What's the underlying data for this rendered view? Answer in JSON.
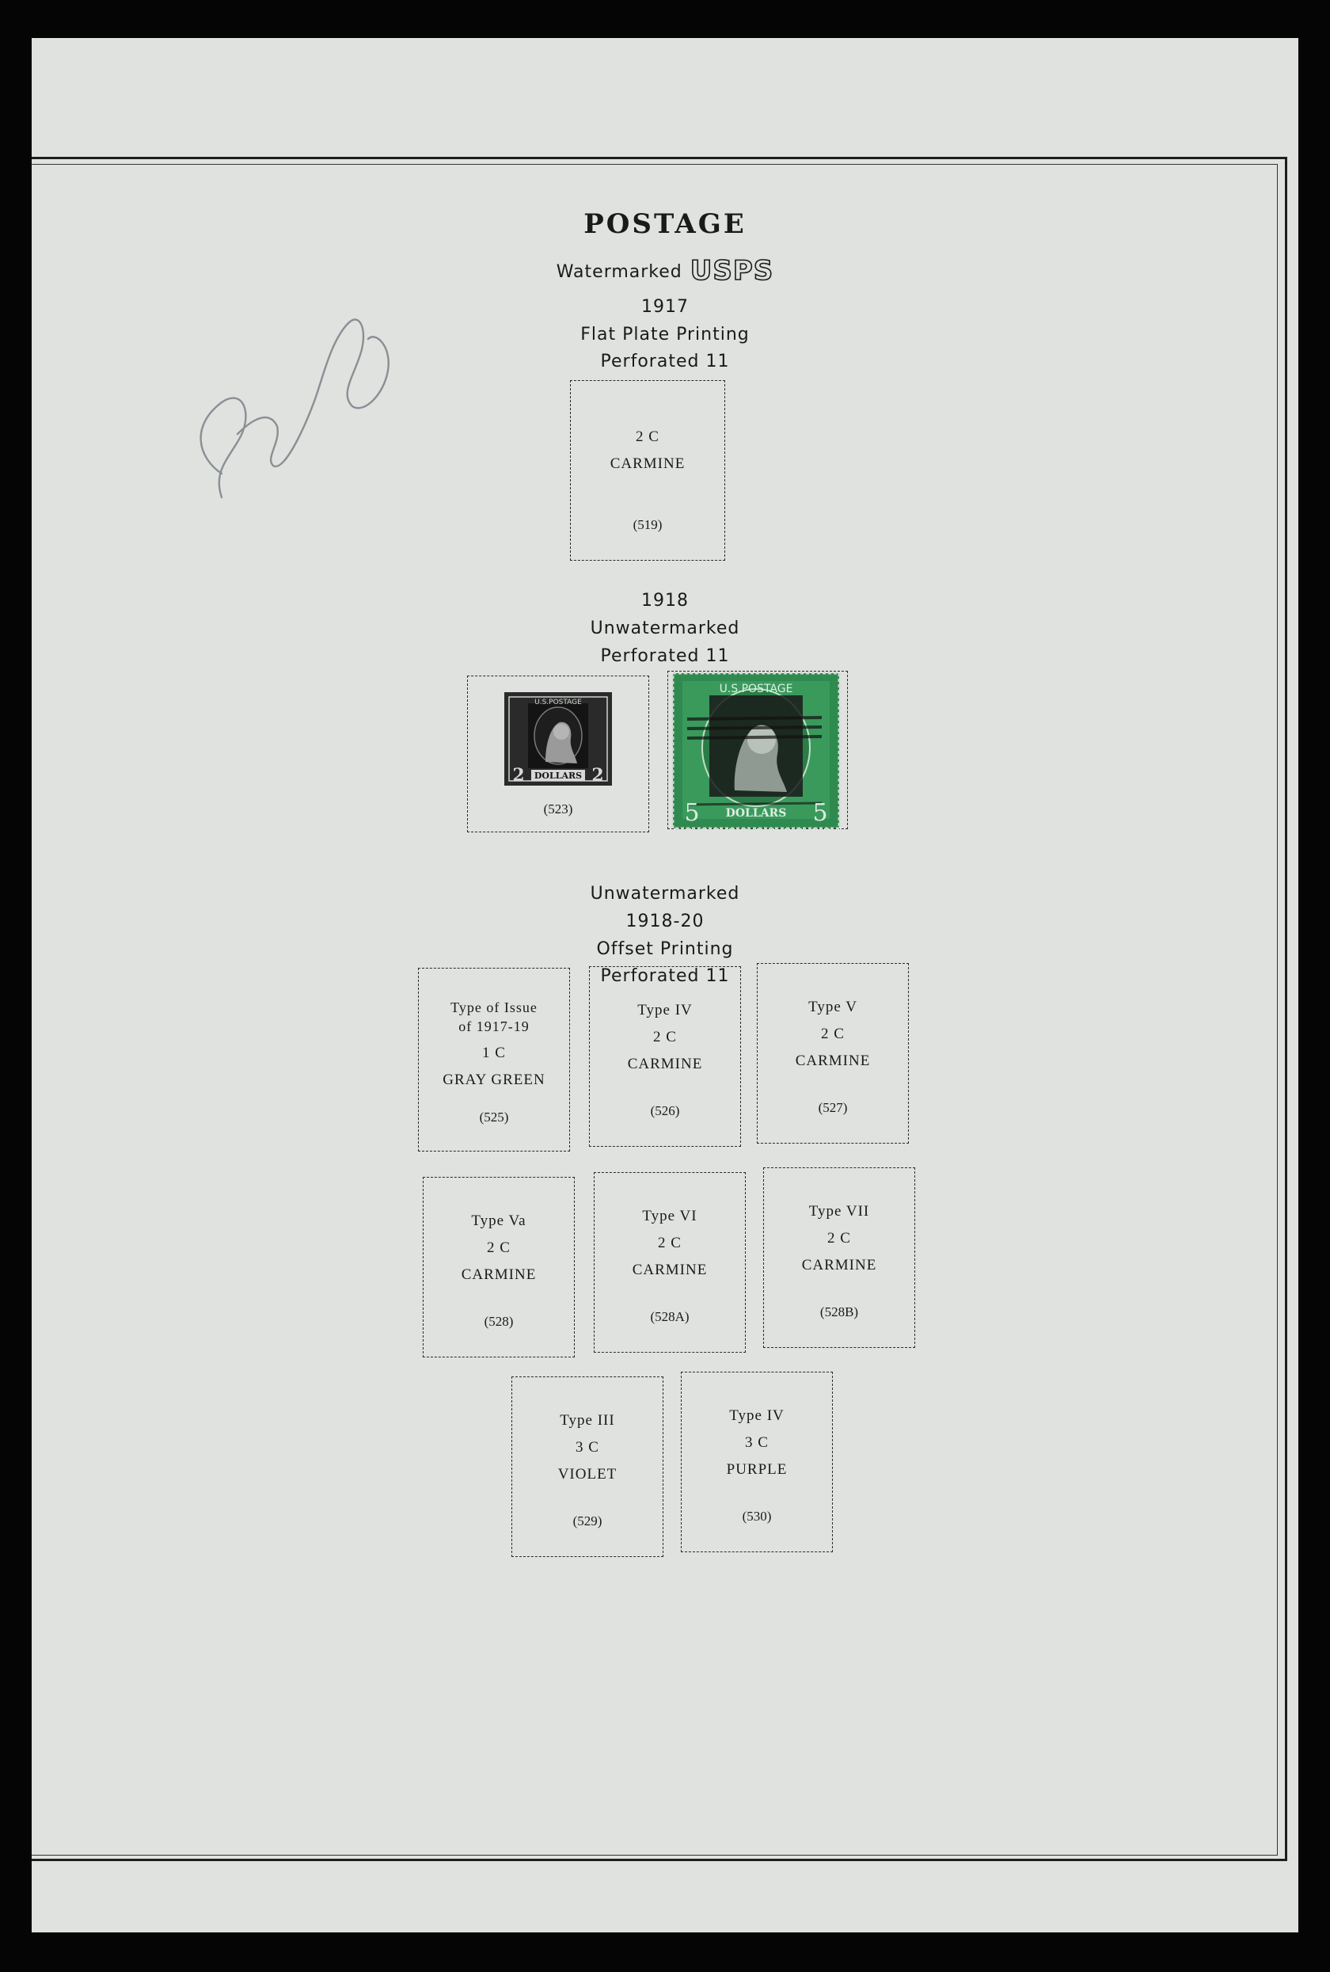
{
  "header": {
    "title": "POSTAGE",
    "watermark_prefix": "Watermarked",
    "watermark_mark": "USPS",
    "year": "1917",
    "printing": "Flat Plate Printing",
    "perf": "Perforated 11"
  },
  "section1918": {
    "year": "1918",
    "watermark": "Unwatermarked",
    "perf": "Perforated 11"
  },
  "section1920": {
    "watermark": "Unwatermarked",
    "years": "1918-20",
    "printing": "Offset Printing",
    "perf": "Perforated 11"
  },
  "spaces": {
    "s519": {
      "line1": "2 C",
      "line2": "CARMINE",
      "num": "(519)"
    },
    "s523": {
      "num": "(523)"
    },
    "s525": {
      "line1": "Type of Issue",
      "line2": "of 1917-19",
      "line3": "1 C",
      "line4": "GRAY GREEN",
      "num": "(525)"
    },
    "s526": {
      "line1": "Type IV",
      "line2": "2 C",
      "line3": "CARMINE",
      "num": "(526)"
    },
    "s527": {
      "line1": "Type V",
      "line2": "2 C",
      "line3": "CARMINE",
      "num": "(527)"
    },
    "s528": {
      "line1": "Type Va",
      "line2": "2 C",
      "line3": "CARMINE",
      "num": "(528)"
    },
    "s528A": {
      "line1": "Type VI",
      "line2": "2 C",
      "line3": "CARMINE",
      "num": "(528A)"
    },
    "s528B": {
      "line1": "Type VII",
      "line2": "2 C",
      "line3": "CARMINE",
      "num": "(528B)"
    },
    "s529": {
      "line1": "Type III",
      "line2": "3 C",
      "line3": "VIOLET",
      "num": "(529)"
    },
    "s530": {
      "line1": "Type IV",
      "line2": "3 C",
      "line3": "PURPLE",
      "num": "(530)"
    }
  },
  "stamps": {
    "two_dollar": {
      "top": "U.S.POSTAGE",
      "bottom": "DOLLARS",
      "value": "2",
      "frame_color": "#2a2a2a",
      "center_color": "#141414"
    },
    "five_dollar": {
      "top": "U.S.POSTAGE",
      "bottom": "DOLLARS",
      "value": "5",
      "frame_color": "#2f8a4f",
      "center_color": "#1a1a1a"
    }
  },
  "colors": {
    "page": "#dfe2df",
    "ink": "#1a1a1a",
    "background": "#050505"
  }
}
